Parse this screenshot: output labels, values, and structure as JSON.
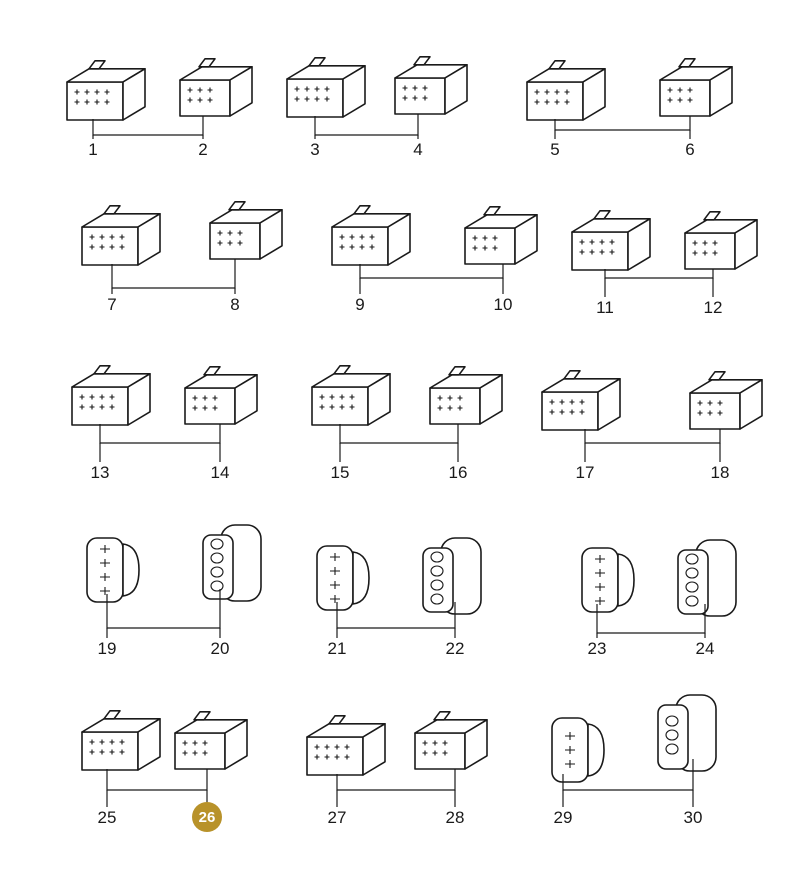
{
  "highlight": {
    "color": "#b8922a",
    "text_color": "#ffffff",
    "part": "26"
  },
  "groups": [
    {
      "left": "1",
      "right": "2"
    },
    {
      "left": "3",
      "right": "4"
    },
    {
      "left": "5",
      "right": "6"
    },
    {
      "left": "7",
      "right": "8"
    },
    {
      "left": "9",
      "right": "10"
    },
    {
      "left": "11",
      "right": "12"
    },
    {
      "left": "13",
      "right": "14"
    },
    {
      "left": "15",
      "right": "16"
    },
    {
      "left": "17",
      "right": "18"
    },
    {
      "left": "19",
      "right": "20"
    },
    {
      "left": "21",
      "right": "22"
    },
    {
      "left": "23",
      "right": "24"
    },
    {
      "left": "25",
      "right": "26"
    },
    {
      "left": "27",
      "right": "28"
    },
    {
      "left": "29",
      "right": "30"
    }
  ]
}
